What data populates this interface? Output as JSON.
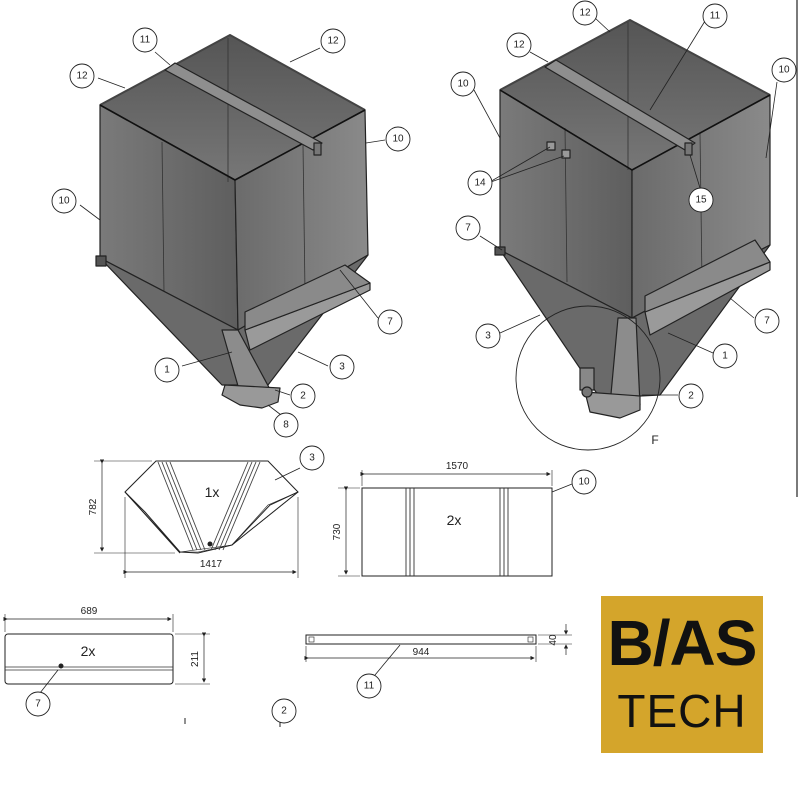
{
  "logo": {
    "line1": "B/AS",
    "line2": "TECH",
    "background": "#d4a52b"
  },
  "views": {
    "left_iso": {
      "balloons": [
        "11",
        "12",
        "12",
        "10",
        "10",
        "7",
        "1",
        "3",
        "2",
        "8"
      ]
    },
    "right_iso": {
      "balloons": [
        "12",
        "11",
        "12",
        "10",
        "10",
        "14",
        "15",
        "7",
        "3",
        "7",
        "1",
        "2"
      ],
      "detail_label": "F"
    }
  },
  "parts": {
    "part3": {
      "balloon": "3",
      "qty": "1x",
      "height": "782",
      "width": "1417"
    },
    "part10": {
      "balloon": "10",
      "qty": "2x",
      "width": "1570",
      "height": "730"
    },
    "part7": {
      "balloon": "7",
      "qty": "2x",
      "width": "689",
      "height": "211"
    },
    "part11": {
      "balloon": "11",
      "width": "944",
      "height": "40"
    },
    "part2": {
      "balloon": "2"
    }
  }
}
